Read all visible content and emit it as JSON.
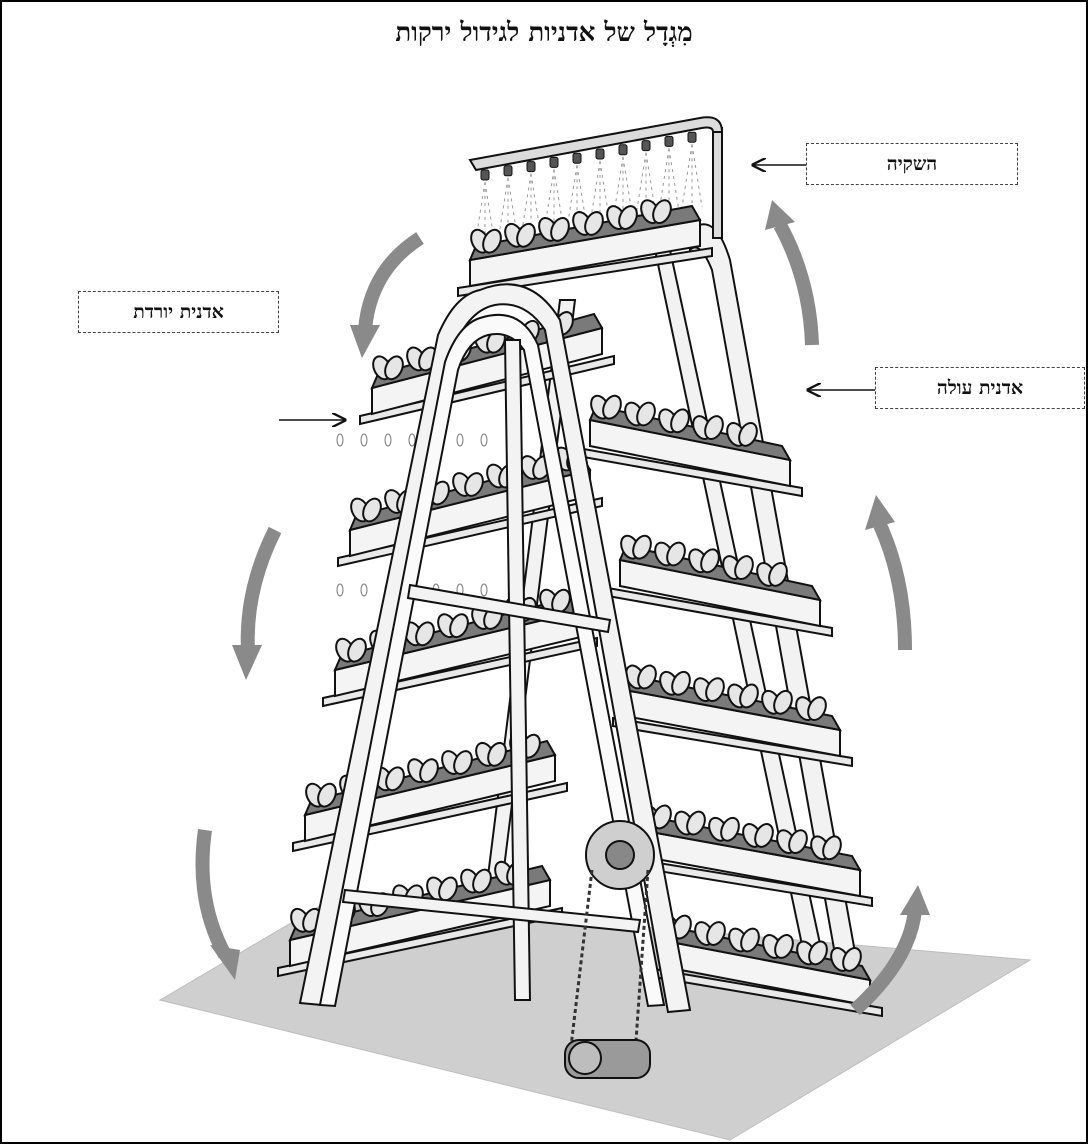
{
  "title": "מִגְדָל של אדניות לגידול ירקות",
  "labels": {
    "irrigation": "השקיה",
    "rising_planter": "אדנית עולה",
    "descending_planter": "אדנית יורדת"
  },
  "colors": {
    "frame": "#f2f2f2",
    "outline": "#111111",
    "planter": "#f4f4f4",
    "soil": "#7a7a7a",
    "leaf": "#e6e6e6",
    "floor": "#cfcfcf",
    "arrow": "#8a8a8a"
  }
}
